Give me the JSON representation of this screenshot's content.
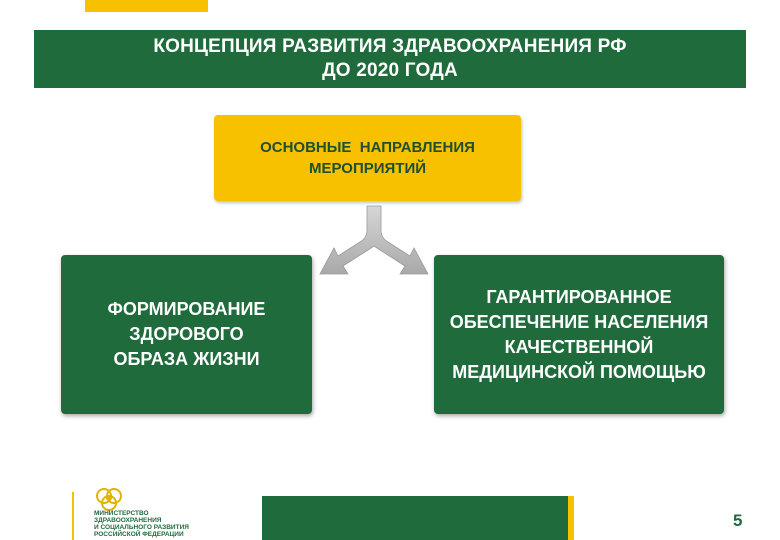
{
  "title": {
    "line1": "КОНЦЕПЦИЯ РАЗВИТИЯ ЗДРАВООХРАНЕНИЯ РФ",
    "line2": "ДО 2020 ГОДА"
  },
  "main_box": {
    "line1": "ОСНОВНЫЕ  НАПРАВЛЕНИЯ",
    "line2": "МЕРОПРИЯТИЙ"
  },
  "left_box": {
    "line1": "ФОРМИРОВАНИЕ",
    "line2": "ЗДОРОВОГО",
    "line3": "ОБРАЗА ЖИЗНИ"
  },
  "right_box": {
    "line1": "ГАРАНТИРОВАННОЕ",
    "line2": "ОБЕСПЕЧЕНИЕ НАСЕЛЕНИЯ",
    "line3": "КАЧЕСТВЕННОЙ",
    "line4": "МЕДИЦИНСКОЙ ПОМОЩЬЮ"
  },
  "logo": {
    "text": "МИНИСТЕРСТВО\nЗДРАВООХРАНЕНИЯ\nИ СОЦИАЛЬНОГО РАЗВИТИЯ\nРОССИЙСКОЙ ФЕДЕРАЦИИ"
  },
  "page_number": "5",
  "colors": {
    "green": "#1f6b3c",
    "yellow": "#f7c100",
    "arrow_gray": "#bdbdbd"
  }
}
